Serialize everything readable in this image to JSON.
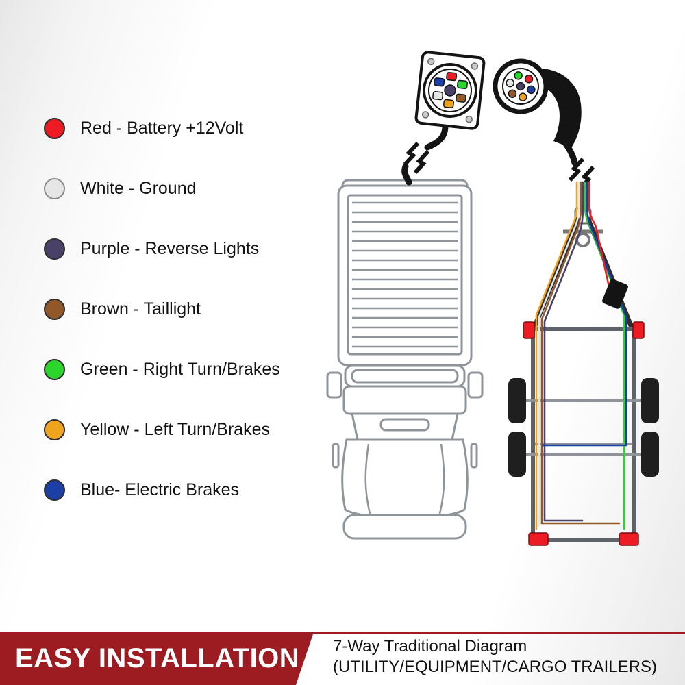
{
  "legend": {
    "items": [
      {
        "name": "red",
        "label": "Red - Battery +12Volt",
        "color": "#ed1c24"
      },
      {
        "name": "white",
        "label": "White - Ground",
        "color": "#e6e6e6"
      },
      {
        "name": "purple",
        "label": "Purple - Reverse Lights",
        "color": "#4a4168"
      },
      {
        "name": "brown",
        "label": "Brown - Taillight",
        "color": "#91582a"
      },
      {
        "name": "green",
        "label": "Green - Right Turn/Brakes",
        "color": "#2bd52b"
      },
      {
        "name": "yellow",
        "label": "Yellow - Left Turn/Brakes",
        "color": "#f0a41d"
      },
      {
        "name": "blue",
        "label": "Blue- Electric Brakes",
        "color": "#1c3fa6"
      }
    ]
  },
  "banner": {
    "headline": "EASY INSTALLATION",
    "color": "#9d1c22",
    "subtitle_line1": "7-Way Traditional Diagram",
    "subtitle_line2": "(UTILITY/EQUIPMENT/CARGO TRAILERS)"
  },
  "diagram": {
    "socket_icon": "7-way-round-socket",
    "plug_icon": "7-way-round-plug",
    "truck_icon": "pickup-truck-top-view",
    "trailer_icon": "utility-trailer-top-view"
  }
}
